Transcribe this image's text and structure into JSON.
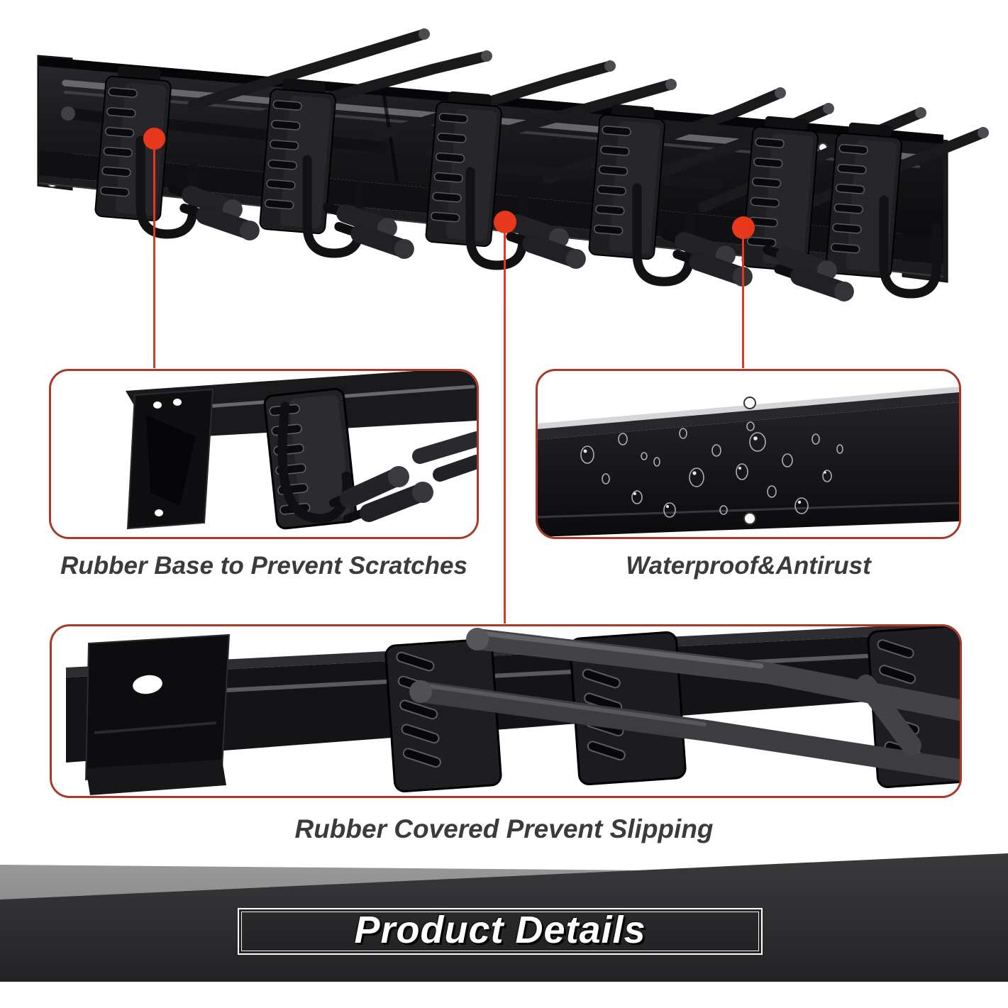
{
  "callouts": {
    "rubber_base": {
      "label": "Rubber Base to Prevent Scratches"
    },
    "waterproof": {
      "label": "Waterproof&Antirust"
    },
    "rubber_covered": {
      "label": "Rubber Covered Prevent Slipping"
    }
  },
  "banner": {
    "title": "Product Details"
  },
  "icons": {
    "callout_markers": [
      "red-dot-marker-1",
      "red-dot-marker-2",
      "red-dot-marker-3"
    ]
  },
  "colors": {
    "accent_red": "#e8381b",
    "callout_line_red": "#cf3d24",
    "panel_border_red": "#a93a28",
    "caption_text": "#3b3b3d",
    "banner_dark": "#2e2e30",
    "banner_gray": "#8e8e90",
    "rack_black": "#141416",
    "background": "#ffffff"
  }
}
